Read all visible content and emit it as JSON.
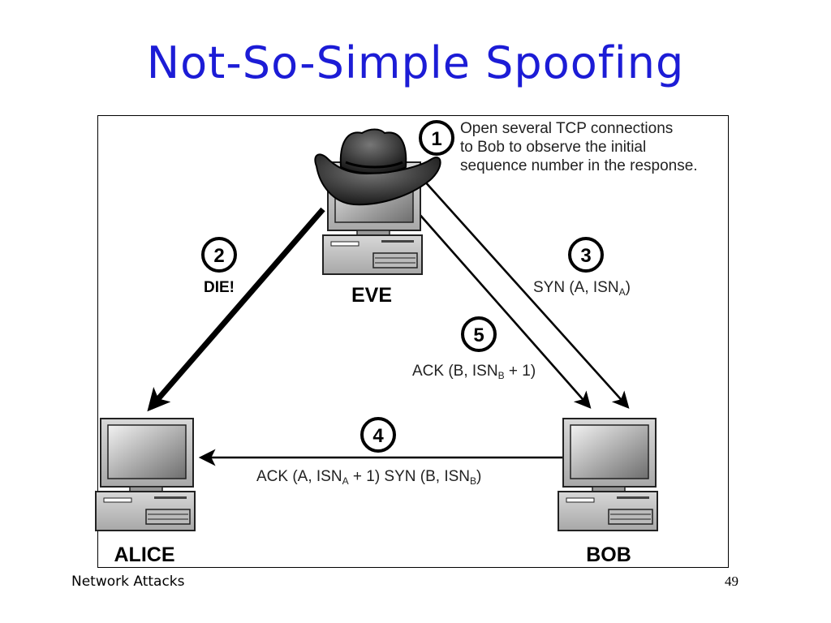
{
  "slide": {
    "title": "Not-So-Simple Spoofing",
    "footer_left": "Network Attacks",
    "page_number": "49"
  },
  "diagram": {
    "nodes": {
      "eve": "EVE",
      "alice": "ALICE",
      "bob": "BOB"
    },
    "steps": [
      {
        "num": "1",
        "lines": [
          "Open several TCP connections",
          "to Bob to observe the initial",
          "sequence number in the response."
        ]
      },
      {
        "num": "2",
        "text": "DIE!"
      },
      {
        "num": "3",
        "main": "SYN (A, ISN",
        "sub": "A",
        "tail": ")"
      },
      {
        "num": "4",
        "p1": "ACK (A, ISN",
        "s1": "A",
        "p2": " + 1) SYN (B, ISN",
        "s2": "B",
        "p3": ")"
      },
      {
        "num": "5",
        "main": "ACK (B, ISN",
        "sub": "B",
        "tail": " + 1)"
      }
    ]
  }
}
